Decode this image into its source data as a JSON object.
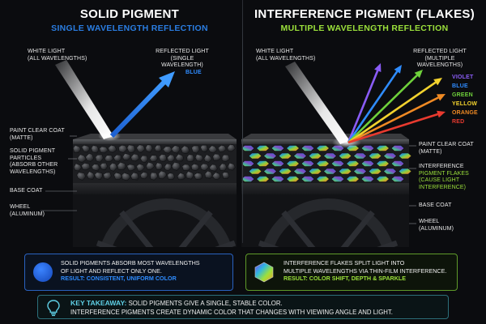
{
  "colors": {
    "solid_accent": "#2a7de1",
    "flake_accent": "#9be03b",
    "takeaway_accent": "#5fd0e6",
    "violet": "#8a5cf6",
    "blue": "#2f8cff",
    "green": "#6fd13b",
    "yellow": "#f2d22e",
    "orange": "#f08a24",
    "red": "#e83a2f"
  },
  "left": {
    "title": "SOLID PIGMENT",
    "subtitle": "SINGLE WAVELENGTH REFLECTION",
    "white_light_line1": "WHITE LIGHT",
    "white_light_line2": "(ALL WAVELENGTHS)",
    "reflected_line1": "REFLECTED LIGHT",
    "reflected_line2": "(SINGLE WAVELENGTH)",
    "reflected_color": "BLUE",
    "layers": {
      "clear_coat_line1": "PAINT CLEAR COAT",
      "clear_coat_line2": "(MATTE)",
      "pigment_line1": "SOLID PIGMENT",
      "pigment_line2": "PARTICLES",
      "pigment_line3": "(ABSORB OTHER",
      "pigment_line4": "WAVELENGTHS)",
      "base_coat": "BASE COAT",
      "wheel_line1": "WHEEL",
      "wheel_line2": "(ALUMINUM)"
    }
  },
  "right": {
    "title": "INTERFERENCE PIGMENT (FLAKES)",
    "subtitle": "MULTIPLE WAVELENGTH REFLECTION",
    "white_light_line1": "WHITE LIGHT",
    "white_light_line2": "(ALL WAVELENGTHS)",
    "reflected_line1": "REFLECTED LIGHT",
    "reflected_line2": "(MULTIPLE WAVELENGTHS)",
    "wavelengths": [
      "VIOLET",
      "BLUE",
      "GREEN",
      "YELLOW",
      "ORANGE",
      "RED"
    ],
    "layers": {
      "clear_coat_line1": "PAINT CLEAR COAT",
      "clear_coat_line2": "(MATTE)",
      "flakes_line1": "INTERFERENCE",
      "flakes_line2": "PIGMENT FLAKES",
      "flakes_line3": "(CAUSE LIGHT",
      "flakes_line4": "INTERFERENCE)",
      "base_coat": "BASE COAT",
      "wheel_line1": "WHEEL",
      "wheel_line2": "(ALUMINUM)"
    }
  },
  "info_left": {
    "line1": "SOLID PIGMENTS ABSORB MOST WAVELENGTHS",
    "line2": "OF LIGHT AND REFLECT ONLY ONE.",
    "result": "RESULT: CONSISTENT, UNIFORM COLOR"
  },
  "info_right": {
    "line1": "INTERFERENCE FLAKES SPLIT LIGHT INTO",
    "line2": "MULTIPLE WAVELENGTHS VIA THIN-FILM INTERFERENCE.",
    "result": "RESULT: COLOR SHIFT, DEPTH & SPARKLE"
  },
  "takeaway": {
    "label": "KEY TAKEAWAY:",
    "line1": "SOLID PIGMENTS GIVE A SINGLE, STABLE COLOR.",
    "line2": "INTERFERENCE PIGMENTS CREATE DYNAMIC COLOR THAT CHANGES WITH VIEWING ANGLE AND LIGHT."
  }
}
